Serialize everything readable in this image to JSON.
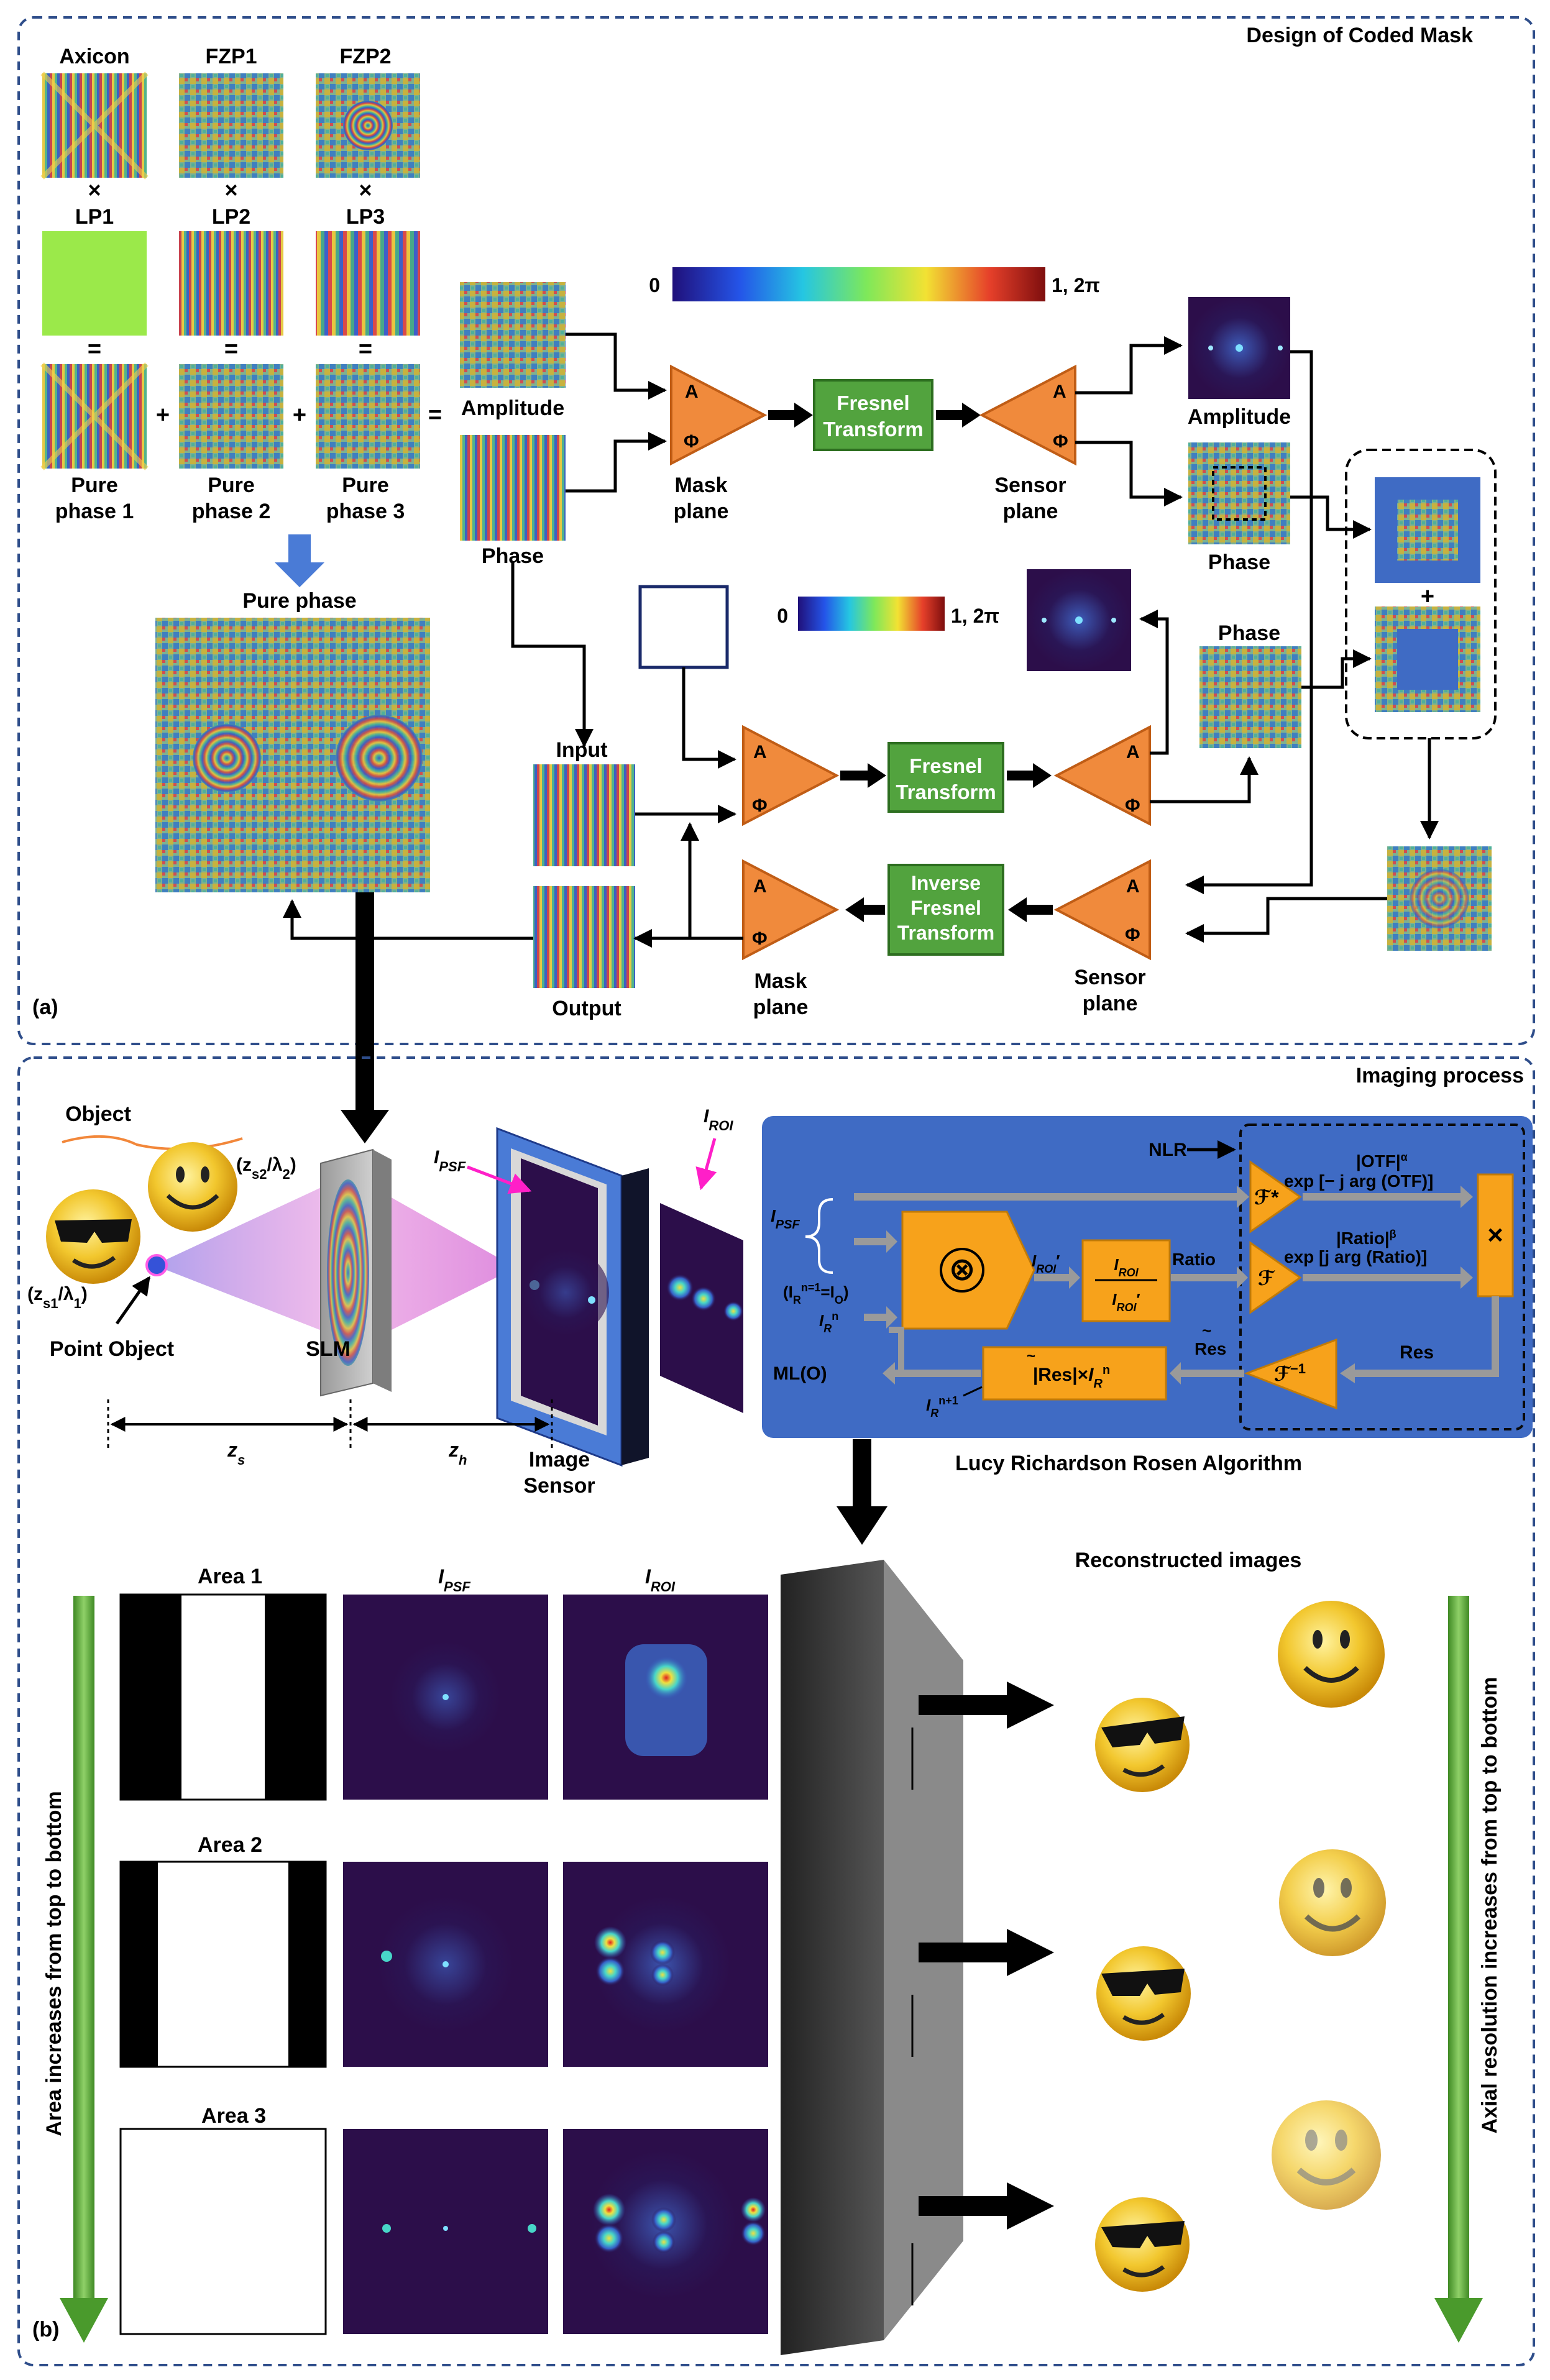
{
  "panel_a": {
    "section_title": "Design of Coded Mask",
    "panel_label": "(a)",
    "pattern_labels": {
      "axicon": "Axicon",
      "fzp1": "FZP1",
      "fzp2": "FZP2",
      "times": "×",
      "lp1": "LP1",
      "lp2": "LP2",
      "lp3": "LP3",
      "equals": "=",
      "plus": "+"
    },
    "pure_phases": {
      "p1a": "Pure",
      "p1b": "phase 1",
      "p2a": "Pure",
      "p2b": "phase 2",
      "p3a": "Pure",
      "p3b": "phase 3"
    },
    "pure_phase_title": "Pure phase",
    "amplitude": "Amplitude",
    "phase": "Phase",
    "amp_sym": "A",
    "phase_sym": "Φ",
    "fresnel_1": "Fresnel",
    "fresnel_2": "Transform",
    "inverse_1": "Inverse",
    "inverse_2": "Fresnel",
    "inverse_3": "Transform",
    "mask_1": "Mask",
    "mask_2": "plane",
    "sensor_1": "Sensor",
    "sensor_2": "plane",
    "input": "Input",
    "output": "Output",
    "colorbar_min": "0",
    "colorbar_max": "1, 2π"
  },
  "panel_b": {
    "section_title": "Imaging process",
    "panel_label": "(b)",
    "object": "Object",
    "zs2": "(z",
    "zs2_sub": "s2",
    "zs2_rest": "/λ",
    "zs2_sub2": "2",
    "zs2_end": ")",
    "zs1": "(z",
    "zs1_sub": "s1",
    "zs1_rest": "/λ",
    "zs1_sub2": "1",
    "zs1_end": ")",
    "point_object": "Point Object",
    "slm": "SLM",
    "ipsf_i": "I",
    "ipsf_sub": "PSF",
    "iroi_sub": "ROI",
    "zs_z": "z",
    "zs_sub": "s",
    "zh_sub": "h",
    "image_1": "Image",
    "image_2": "Sensor",
    "lrra": {
      "nlr": "NLR",
      "otf_mag": "|OTF|",
      "alpha": "α",
      "otf_exp": "exp [− j arg (OTF)]",
      "ratio_mag": "|Ratio|",
      "beta": "β",
      "ratio_exp": "exp [j arg (Ratio)]",
      "ratio": "Ratio",
      "res": "Res",
      "res_tilde": "Res",
      "ml": "ML(O)",
      "init_a": "(I",
      "init_b": "R",
      "init_c": "n=1",
      "init_d": "=I",
      "init_e": "O",
      "init_f": ")",
      "irn_sup": "n",
      "irn1_sup": "n+1",
      "iroi_prime": "′",
      "res_box": "|Res|×",
      "times_sign": "×",
      "f_star": "ℱ*",
      "f": "ℱ",
      "f_inv": "ℱ",
      "f_inv_sup": "−1",
      "otimes": "⊗"
    },
    "algorithm_title": "Lucy Richardson Rosen Algorithm",
    "areas": [
      "Area 1",
      "Area 2",
      "Area 3"
    ],
    "col_psf": "PSF",
    "col_roi": "ROI",
    "reconstructed": "Reconstructed images",
    "left_arrow_text": "Area increases from top to bottom",
    "right_arrow_text": "Axial resolution increases from top to bottom"
  },
  "colors": {
    "border": "#2e4d8a",
    "triangle": "#f08a3c",
    "triangle_edge": "#c05d16",
    "green_box": "#52a33e",
    "algorithm_bg": "#3f6bc4",
    "algorithm_block": "#f7a21b",
    "psf_bg": "#2c0e4a",
    "arrow_green": "#5aa53a",
    "magenta": "#ff1fc8"
  }
}
